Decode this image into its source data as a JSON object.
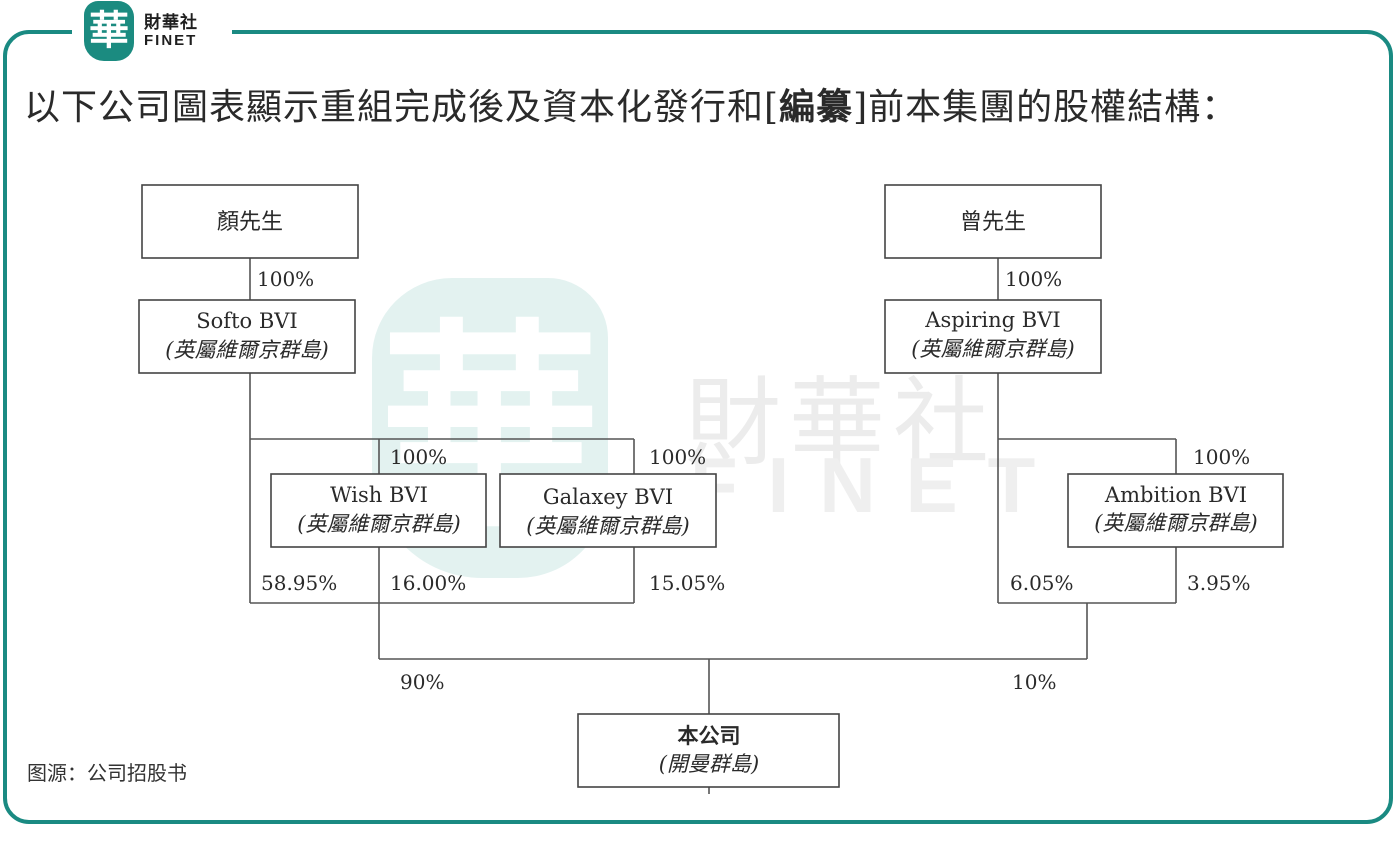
{
  "logo": {
    "mark_char": "華",
    "name_cn": "財華社",
    "name_en": "FINET"
  },
  "title": {
    "before": "以下公司圖表顯示重組完成後及資本化發行和[",
    "bold": "編纂",
    "after": "]前本集團的股權結構："
  },
  "watermark": {
    "mark_char": "華",
    "cn": "財華社",
    "en": "FINET"
  },
  "source": "图源：公司招股书",
  "colors": {
    "frame": "#1a8a82",
    "line": "#555555",
    "text": "#2a2a2a"
  },
  "diagram": {
    "nodes": {
      "mr_yan": {
        "name": "顏先生"
      },
      "softo": {
        "name": "Softo BVI",
        "jurisdiction": "(英屬維爾京群島)"
      },
      "wish": {
        "name": "Wish BVI",
        "jurisdiction": "(英屬維爾京群島)"
      },
      "galaxey": {
        "name": "Galaxey BVI",
        "jurisdiction": "(英屬維爾京群島)"
      },
      "mr_tsang": {
        "name": "曾先生"
      },
      "aspiring": {
        "name": "Aspiring BVI",
        "jurisdiction": "(英屬維爾京群島)"
      },
      "ambition": {
        "name": "Ambition BVI",
        "jurisdiction": "(英屬維爾京群島)"
      },
      "company": {
        "name": "本公司",
        "jurisdiction": "(開曼群島)"
      }
    },
    "edges": {
      "yan_softo": "100%",
      "softo_wish": "100%",
      "softo_galaxey": "100%",
      "softo_direct": "58.95%",
      "wish_stake": "16.00%",
      "galaxey_stake": "15.05%",
      "tsang_aspiring": "100%",
      "aspiring_ambition": "100%",
      "aspiring_direct": "6.05%",
      "ambition_stake": "3.95%",
      "left_group_total": "90%",
      "right_group_total": "10%"
    }
  }
}
